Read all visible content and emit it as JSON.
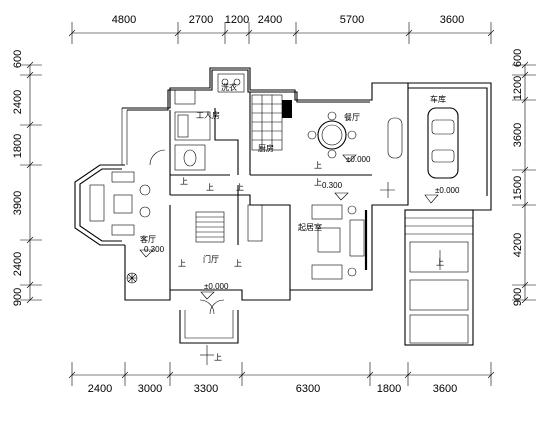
{
  "dims": {
    "top": [
      "4800",
      "2700",
      "1200",
      "2400",
      "5700",
      "3600"
    ],
    "bottom": [
      "2400",
      "3000",
      "3300",
      "6300",
      "1800",
      "3600"
    ],
    "left": [
      "600",
      "2400",
      "1800",
      "3900",
      "2400",
      "900"
    ],
    "right": [
      "600",
      "1200",
      "3600",
      "1500",
      "4200",
      "900"
    ]
  },
  "rooms": {
    "garage": "车库",
    "dining": "餐厅",
    "kitchen": "厨房",
    "servant": "工人房",
    "wash": "洗衣",
    "living": "客厅",
    "foyer": "门厅",
    "family": "起居室"
  },
  "levels": {
    "dining": "±0.000",
    "garage": "±0.000",
    "family": "0.300",
    "living": "0.300",
    "foyer": "±0.000"
  },
  "up": "上"
}
